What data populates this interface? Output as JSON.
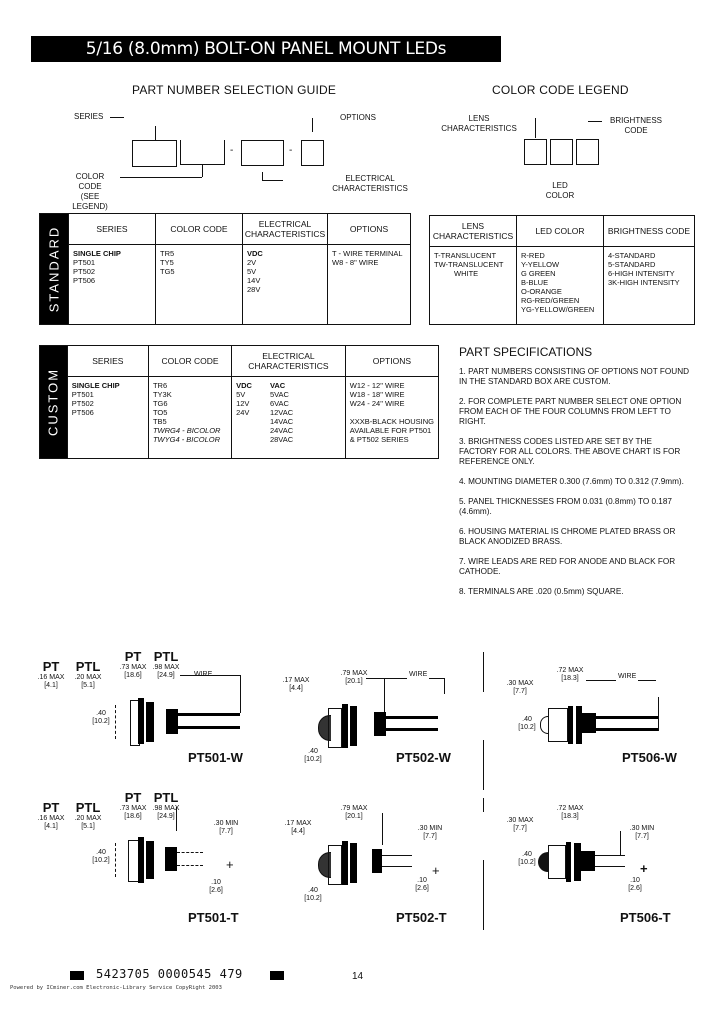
{
  "header": {
    "title": "5/16 (8.0mm) BOLT-ON PANEL MOUNT LEDs"
  },
  "selection_guide": {
    "title": "PART NUMBER SELECTION GUIDE",
    "series_label": "SERIES",
    "options_label": "OPTIONS",
    "color_code_label": [
      "COLOR",
      "CODE",
      "(SEE LEGEND)"
    ],
    "electrical_label": [
      "ELECTRICAL",
      "CHARACTERISTICS"
    ],
    "separator": "-"
  },
  "color_legend": {
    "title": "COLOR CODE LEGEND",
    "lens_label": [
      "LENS",
      "CHARACTERISTICS"
    ],
    "brightness_label": [
      "BRIGHTNESS",
      "CODE"
    ],
    "led_color_label": [
      "LED",
      "COLOR"
    ]
  },
  "standard_table": {
    "side_label": "STANDARD",
    "columns": [
      {
        "header": "SERIES",
        "rows": [
          "SINGLE CHIP",
          "PT501",
          "PT502",
          "PT506"
        ],
        "bold_first": true
      },
      {
        "header": "COLOR CODE",
        "rows": [
          "TR5",
          "TY5",
          "TG5"
        ]
      },
      {
        "header": "ELECTRICAL CHARACTERISTICS",
        "rows": [
          "VDC",
          "2V",
          "5V",
          "14V",
          "28V"
        ],
        "bold_first": true
      },
      {
        "header": "OPTIONS",
        "rows": [
          "T - WIRE TERMINAL",
          "W8 - 8\" WIRE"
        ]
      }
    ]
  },
  "legend_table": {
    "columns": [
      {
        "header": "LENS CHARACTERISTICS",
        "rows": [
          "T-TRANSLUCENT",
          "TW-TRANSLUCENT",
          "WHITE"
        ]
      },
      {
        "header": "LED COLOR",
        "rows": [
          "R-RED",
          "Y-YELLOW",
          "G GREEN",
          "B-BLUE",
          "O-ORANGE",
          "RG-RED/GREEN",
          "YG-YELLOW/GREEN"
        ]
      },
      {
        "header": "BRIGHTNESS CODE",
        "rows": [
          "4-STANDARD",
          "5-STANDARD",
          "6-HIGH INTENSITY",
          "3K-HIGH INTENSITY"
        ]
      }
    ]
  },
  "custom_table": {
    "side_label": "CUSTOM",
    "columns": [
      {
        "header": "SERIES",
        "rows": [
          "SINGLE CHIP",
          "PT501",
          "PT502",
          "PT506"
        ],
        "bold_first": true
      },
      {
        "header": "COLOR CODE",
        "rows": [
          "TR6",
          "TY3K",
          "TG6",
          "TO5",
          "TB5",
          "TWRG4 - BICOLOR",
          "TWYG4 - BICOLOR"
        ]
      },
      {
        "header": "ELECTRICAL CHARACTERISTICS",
        "vdc": [
          "VDC",
          "5V",
          "12V",
          "24V"
        ],
        "vac": [
          "VAC",
          "5VAC",
          "6VAC",
          "12VAC",
          "14VAC",
          "24VAC",
          "28VAC"
        ]
      },
      {
        "header": "OPTIONS",
        "rows": [
          "W12 - 12\" WIRE",
          "W18 - 18\" WIRE",
          "W24 - 24\" WIRE",
          "",
          "XXXB-BLACK HOUSING",
          "AVAILABLE FOR PT501",
          "& PT502 SERIES"
        ]
      }
    ]
  },
  "specifications": {
    "title": "PART SPECIFICATIONS",
    "items": [
      "1. PART NUMBERS CONSISTING OF OPTIONS NOT FOUND IN THE STANDARD BOX ARE CUSTOM.",
      "2. FOR COMPLETE PART NUMBER SELECT ONE OPTION FROM EACH OF THE FOUR COLUMNS FROM LEFT TO RIGHT.",
      "3. BRIGHTNESS CODES LISTED ARE SET BY THE FACTORY FOR ALL COLORS. THE ABOVE CHART IS FOR REFERENCE ONLY.",
      "4. MOUNTING DIAMETER 0.300 (7.6mm) TO 0.312 (7.9mm).",
      "5. PANEL THICKNESSES FROM 0.031 (0.8mm) TO 0.187 (4.6mm).",
      "6. HOUSING MATERIAL IS CHROME PLATED BRASS OR BLACK ANODIZED BRASS.",
      "7. WIRE LEADS ARE RED FOR ANODE AND BLACK FOR CATHODE.",
      "8. TERMINALS ARE .020 (0.5mm) SQUARE."
    ]
  },
  "diagrams": {
    "pt501w": {
      "name": "PT501-W",
      "pt_label": "PT",
      "pt_dim": ".16 MAX",
      "pt_mm": "[4.1]",
      "ptl_label": "PTL",
      "ptl_dim": ".20 MAX",
      "ptl_mm": "[5.1]",
      "pt2_label": "PT",
      "pt2_dim": ".73 MAX",
      "pt2_mm": "[18.6]",
      "ptl2_label": "PTL",
      "ptl2_dim": ".98 MAX",
      "ptl2_mm": "[24.9]",
      "dia": ".40",
      "dia_mm": "[10.2]",
      "wire": "WIRE"
    },
    "pt502w": {
      "name": "PT502-W",
      "lens_dim": ".17 MAX",
      "lens_mm": "[4.4]",
      "len_dim": ".79 MAX",
      "len_mm": "[20.1]",
      "dia": ".40",
      "dia_mm": "[10.2]",
      "wire": "WIRE"
    },
    "pt506w": {
      "name": "PT506-W",
      "lens_dim": ".30 MAX",
      "lens_mm": "[7.7]",
      "len_dim": ".72 MAX",
      "len_mm": "[18.3]",
      "dia": ".40",
      "dia_mm": "[10.2]",
      "wire": "WIRE"
    },
    "pt501t": {
      "name": "PT501-T",
      "pt_label": "PT",
      "pt_dim": ".16 MAX",
      "pt_mm": "[4.1]",
      "ptl_label": "PTL",
      "ptl_dim": ".20 MAX",
      "ptl_mm": "[5.1]",
      "pt2_label": "PT",
      "pt2_dim": ".73 MAX",
      "pt2_mm": "[18.6]",
      "ptl2_label": "PTL",
      "ptl2_dim": ".98 MAX",
      "ptl2_mm": "[24.9]",
      "dia": ".40",
      "dia_mm": "[10.2]",
      "term_dim": ".30 MIN",
      "term_mm": "[7.7]",
      "pitch": ".10",
      "pitch_mm": "[2.6]",
      "plus": "+"
    },
    "pt502t": {
      "name": "PT502-T",
      "lens_dim": ".17 MAX",
      "lens_mm": "[4.4]",
      "len_dim": ".79 MAX",
      "len_mm": "[20.1]",
      "dia": ".40",
      "dia_mm": "[10.2]",
      "term_dim": ".30 MIN",
      "term_mm": "[7.7]",
      "pitch": ".10",
      "pitch_mm": "[2.6]",
      "plus": "+"
    },
    "pt506t": {
      "name": "PT506-T",
      "lens_dim": ".30 MAX",
      "lens_mm": "[7.7]",
      "len_dim": ".72 MAX",
      "len_mm": "[18.3]",
      "dia": ".40",
      "dia_mm": "[10.2]",
      "term_dim": ".30 MIN",
      "term_mm": "[7.7]",
      "pitch": ".10",
      "pitch_mm": "[2.6]",
      "plus": "+"
    }
  },
  "footer": {
    "barcode_text": "5423705 0000545 479",
    "page_number": "14",
    "powered_by": "Powered by ICminer.com Electronic-Library Service CopyRight 2003"
  }
}
